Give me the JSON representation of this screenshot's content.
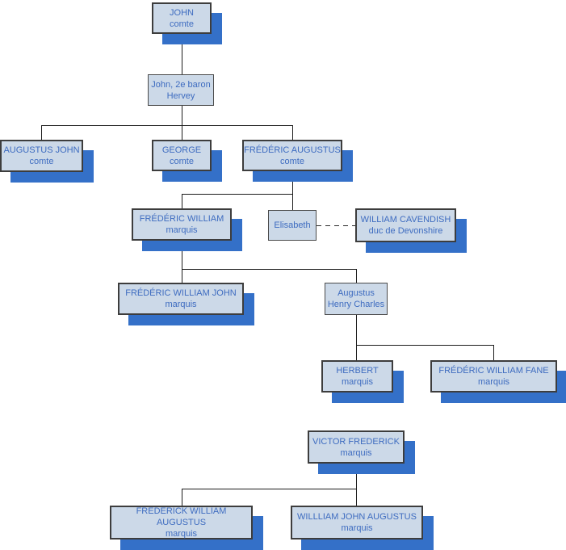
{
  "diagram": {
    "type": "family-tree",
    "background": "#ffffff",
    "colors": {
      "node_fill": "#ccd9e8",
      "node_border": "#3d3d3d",
      "node_text": "#3e6cc0",
      "node_shadow": "#3470c8",
      "connector": "#1c1c1c"
    },
    "nodes": [
      {
        "id": "john",
        "name": "JOHN",
        "title": "comte"
      },
      {
        "id": "john-2e-baron-hervey",
        "name": "John, 2e baron",
        "title": "Hervey"
      },
      {
        "id": "augustus-john",
        "name": "AUGUSTUS JOHN",
        "title": "comte"
      },
      {
        "id": "george",
        "name": "GEORGE",
        "title": "comte"
      },
      {
        "id": "frederic-augustus",
        "name": "FRÉDÉRIC AUGUSTUS",
        "title": "comte"
      },
      {
        "id": "frederic-william",
        "name": "FRÉDÉRIC WILLIAM",
        "title": "marquis"
      },
      {
        "id": "elisabeth",
        "name": "Elisabeth",
        "title": ""
      },
      {
        "id": "william-cavendish",
        "name": "WILLIAM CAVENDISH",
        "title": "duc de Devonshire"
      },
      {
        "id": "frederic-william-john",
        "name": "FRÉDÉRIC WILLIAM JOHN",
        "title": "marquis"
      },
      {
        "id": "augustus-henry-charles",
        "name": "Augustus",
        "title": "Henry Charles"
      },
      {
        "id": "herbert",
        "name": "HERBERT",
        "title": "marquis"
      },
      {
        "id": "frederic-william-fane",
        "name": "FRÉDÉRIC WILLIAM FANE",
        "title": "marquis"
      },
      {
        "id": "victor-frederick",
        "name": "VICTOR FREDERICK",
        "title": "marquis"
      },
      {
        "id": "frederick-william-augustus",
        "name": "FREDERICK WILLIAM AUGUSTUS",
        "title": "marquis"
      },
      {
        "id": "willliam-john-augustus",
        "name": "WILLLIAM JOHN AUGUSTUS",
        "title": "marquis"
      }
    ],
    "edges": [
      {
        "from": "john",
        "to": "john-2e-baron-hervey",
        "style": "solid"
      },
      {
        "from": "john-2e-baron-hervey",
        "to": "augustus-john",
        "style": "solid"
      },
      {
        "from": "john-2e-baron-hervey",
        "to": "george",
        "style": "solid"
      },
      {
        "from": "john-2e-baron-hervey",
        "to": "frederic-augustus",
        "style": "solid"
      },
      {
        "from": "frederic-augustus",
        "to": "frederic-william",
        "style": "solid"
      },
      {
        "from": "frederic-augustus",
        "to": "elisabeth",
        "style": "solid"
      },
      {
        "from": "elisabeth",
        "to": "william-cavendish",
        "style": "dashed"
      },
      {
        "from": "frederic-william",
        "to": "frederic-william-john",
        "style": "solid"
      },
      {
        "from": "frederic-william",
        "to": "augustus-henry-charles",
        "style": "solid"
      },
      {
        "from": "augustus-henry-charles",
        "to": "herbert",
        "style": "solid"
      },
      {
        "from": "augustus-henry-charles",
        "to": "frederic-william-fane",
        "style": "solid"
      },
      {
        "from": "victor-frederick",
        "to": "frederick-william-augustus",
        "style": "solid"
      },
      {
        "from": "victor-frederick",
        "to": "willliam-john-augustus",
        "style": "solid"
      }
    ]
  }
}
